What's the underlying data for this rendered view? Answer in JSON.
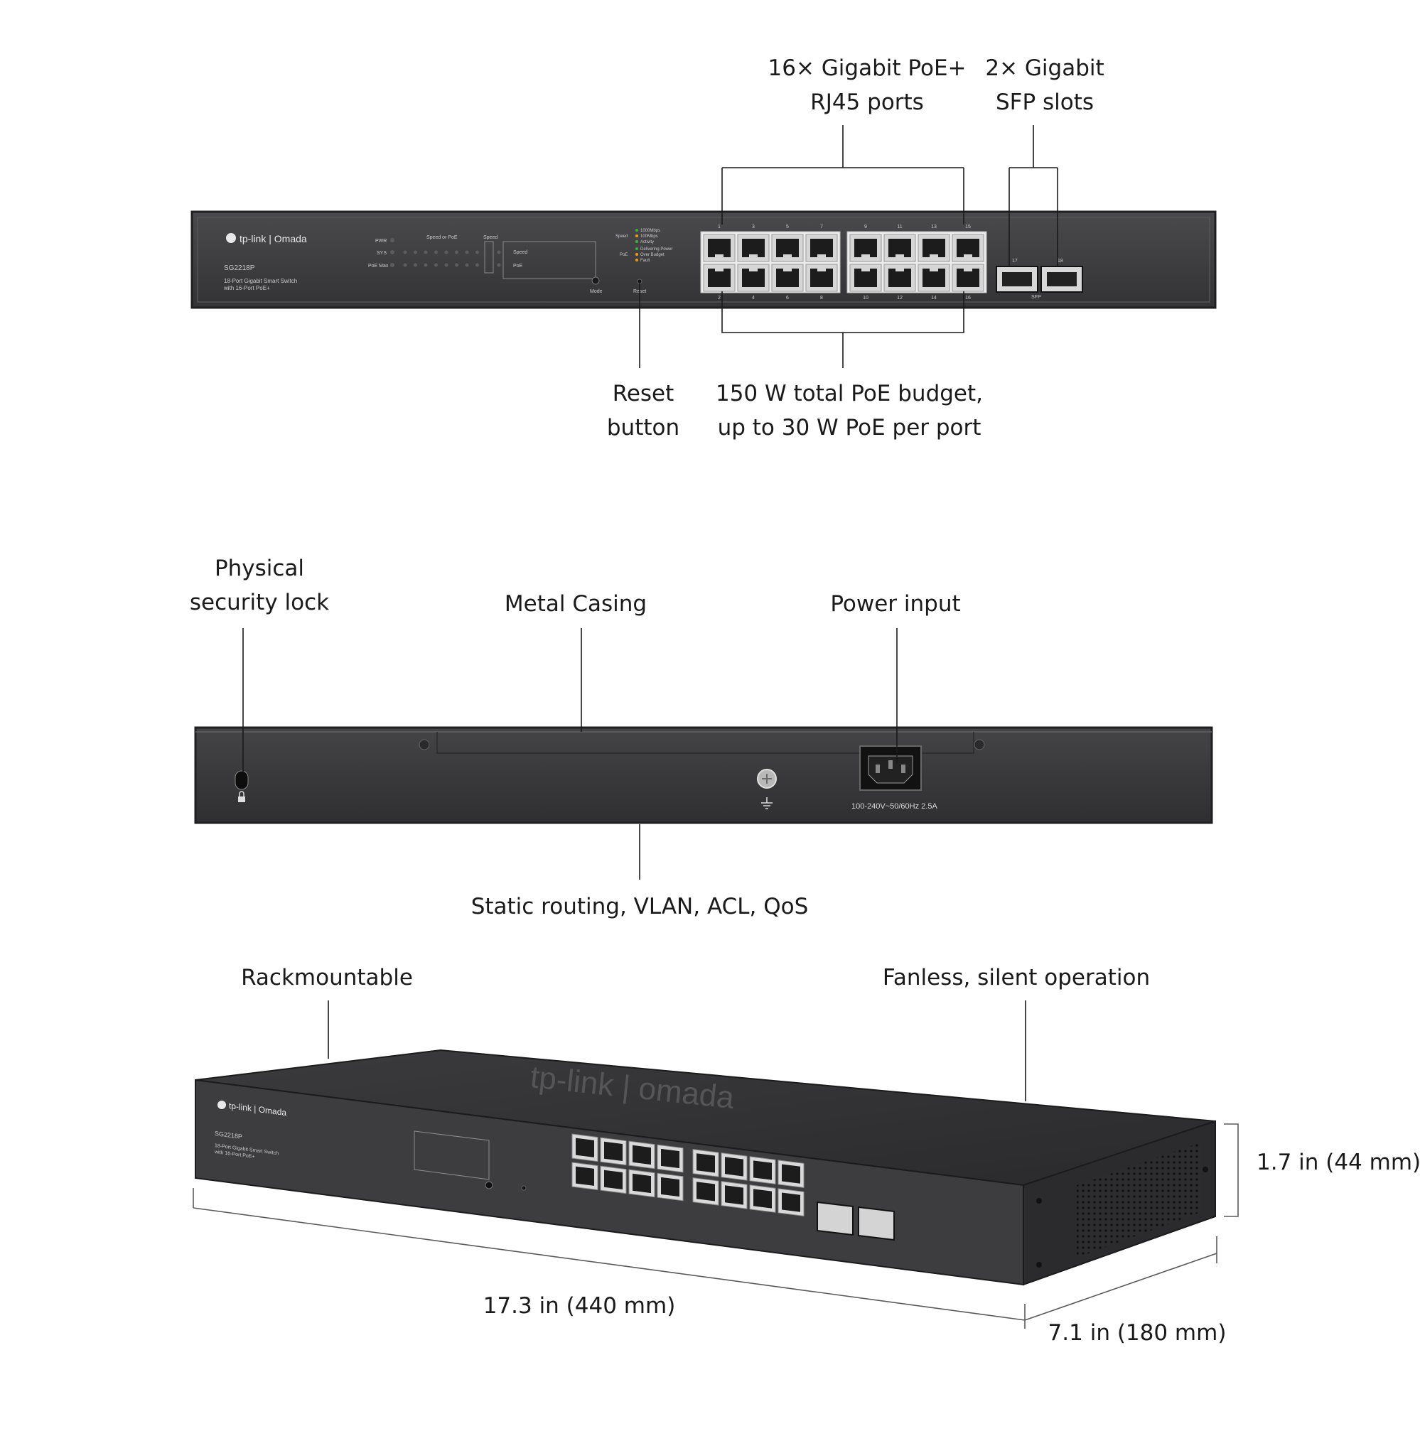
{
  "front": {
    "brand": "tp-link | Omada",
    "model": "SG2218P",
    "description_line1": "18-Port Gigabit Smart Switch",
    "description_line2": "with 16-Port PoE+",
    "led_labels": {
      "pwr": "PWR",
      "sys": "SYS",
      "poe_max": "PoE Max",
      "speed_or_poe": "Speed or PoE",
      "speed": "Speed"
    },
    "panel_labels": {
      "speed": "Speed",
      "poe": "PoE",
      "mode": "Mode",
      "reset": "Reset",
      "sfp": "SFP"
    },
    "legend_speed": [
      "1000Mbps",
      "100Mbps",
      "Activity"
    ],
    "legend_poe": [
      "Delivering Power",
      "Over Budget",
      "Fault"
    ],
    "legend_group_speed": "Speed",
    "legend_group_poe": "PoE",
    "top_port_numbers": [
      "1",
      "3",
      "5",
      "7",
      "9",
      "11",
      "13",
      "15"
    ],
    "bottom_port_numbers": [
      "2",
      "4",
      "6",
      "8",
      "10",
      "12",
      "14",
      "16"
    ],
    "sfp_numbers": [
      "17",
      "18"
    ]
  },
  "callouts": {
    "poe_ports": [
      "16× Gigabit PoE+",
      "RJ45 ports"
    ],
    "sfp_slots": [
      "2× Gigabit",
      "SFP slots"
    ],
    "reset_button": [
      "Reset",
      "button"
    ],
    "poe_budget": [
      "150 W total PoE budget,",
      "up to 30 W PoE per port"
    ],
    "security_lock": [
      "Physical",
      "security lock"
    ],
    "metal_casing": "Metal Casing",
    "power_input": "Power input",
    "features": "Static routing, VLAN, ACL, QoS",
    "rackmountable": "Rackmountable",
    "fanless": "Fanless, silent operation",
    "height": "1.7 in (44 mm)",
    "width": "17.3 in (440 mm)",
    "depth": "7.1 in (180 mm)"
  },
  "rear": {
    "power_rating": "100-240V~50/60Hz 2.5A"
  },
  "top": {
    "lid_logo": "tp-link | omada"
  },
  "colors": {
    "chassis": "#3a3a3c",
    "chassis_edge": "#1f1f21",
    "port_metal": "#e6e6e6",
    "line": "#1a1a1a",
    "led_green": "#3cb043",
    "led_orange": "#f39c12"
  }
}
